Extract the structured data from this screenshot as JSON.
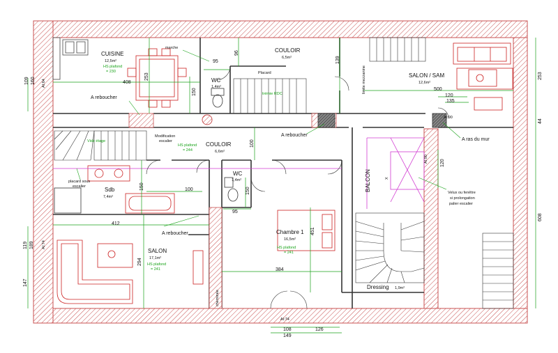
{
  "rooms": {
    "cuisine": {
      "name": "CUISINE",
      "area": "12,5m²",
      "note1": "HS plafond",
      "note2": "= 230"
    },
    "couloir_top": {
      "name": "COULOIR",
      "area": "6,5m²"
    },
    "salon_sam": {
      "name": "SALON / SAM",
      "area": "12,6m²"
    },
    "wc_top": {
      "name": "WC",
      "area": "1,4m²"
    },
    "couloir_mid": {
      "name": "COULOIR",
      "area": "6,6m²"
    },
    "wc_mid": {
      "name": "WC",
      "area": "1,4m²"
    },
    "sdb": {
      "name": "Sdb",
      "area": "7,4m²"
    },
    "chambre": {
      "name": "Chambre 1",
      "area": "16,5m²",
      "note1": "HS plafond",
      "note2": "= 241"
    },
    "salon": {
      "name": "SALON",
      "area": "17,1m²",
      "note1": "HS plafond",
      "note2": "= 241"
    },
    "dressing": {
      "name": "Dressing",
      "area": "1,9m²"
    },
    "balcon": {
      "name": "BALCON"
    }
  },
  "annotations": {
    "marche": "marche",
    "placard": "Placard",
    "limite": "limite mezzanine",
    "reboucher": "A reboucher",
    "modif1": "Modification",
    "modif2": "escalier",
    "hs244a": "HS plafond",
    "hs244b": "= 244",
    "placard_sous1": "placard sous",
    "placard_sous2": "escalier",
    "ras_mur": "A ras du mur",
    "velux1": "Velux ou fenêtre",
    "velux2": "si prolongation",
    "velux3": "palier escalier",
    "cheminee": "cheminée",
    "tremie": "trémie RDC",
    "vide": "Vide étage",
    "ai64": "AI:64",
    "ai74": "AI:74",
    "ai74b": "AI:74",
    "ai90": "AI:90",
    "ai90b": "AI:90",
    "x": "X"
  },
  "dims": {
    "d95": "95",
    "d96": "96",
    "d139": "139",
    "d253a": "253",
    "d408": "408",
    "d150a": "150",
    "d500": "500",
    "d120a": "120",
    "d135": "135",
    "d253r": "253",
    "d44": "44",
    "d109": "109",
    "d160": "160",
    "d100a": "100",
    "d120b": "120",
    "d150b": "150",
    "d150c": "150",
    "d100b": "100",
    "d95b": "95",
    "d412": "412",
    "d451": "451",
    "d294": "294",
    "d384": "384",
    "d608": "608",
    "d119": "119",
    "d189": "189",
    "d147": "147",
    "d108": "108",
    "d126": "126",
    "d149": "149"
  },
  "colors": {
    "wall": "#c85050",
    "furniture": "#cc2222",
    "dimension": "#1aa31a",
    "hatch": "#c85050",
    "magenta": "#d23cd2"
  }
}
